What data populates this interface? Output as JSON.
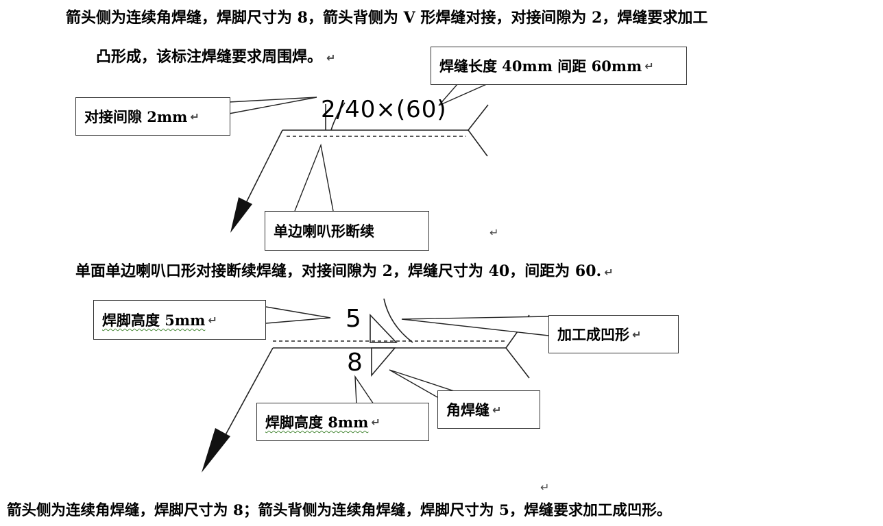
{
  "top_note_line1": "箭头侧为连续角焊缝，焊脚尺寸为 8，箭头背侧为 V 形焊缝对接，对接间隙为 2，焊缝要求加工",
  "top_note_line2": "凸形成，该标注焊缝要求周围焊。",
  "middle_note": "单面单边喇叭口形对接断续焊缝，对接间隙为 2，焊缝尺寸为 40，间距为 60.",
  "bottom_note": "箭头侧为连续角焊缝，焊脚尺寸为 8；箭头背侧为连续角焊缝，焊脚尺寸为 5，焊缝要求加工成凹形。",
  "diagram1": {
    "weld_symbol_text": "2/40×(60)",
    "callouts": {
      "length_spacing": "焊缝长度 40mm 间距 60mm",
      "gap": "对接间隙 2mm",
      "flare": "单边喇叭形断续"
    }
  },
  "diagram2": {
    "upper_size": "5",
    "lower_size": "8",
    "callouts": {
      "leg_height_5": "焊脚高度 5mm",
      "concave": "加工成凹形",
      "leg_height_8": "焊脚高度 8mm",
      "fillet_weld": "角焊缝"
    }
  },
  "return_mark": "↵"
}
